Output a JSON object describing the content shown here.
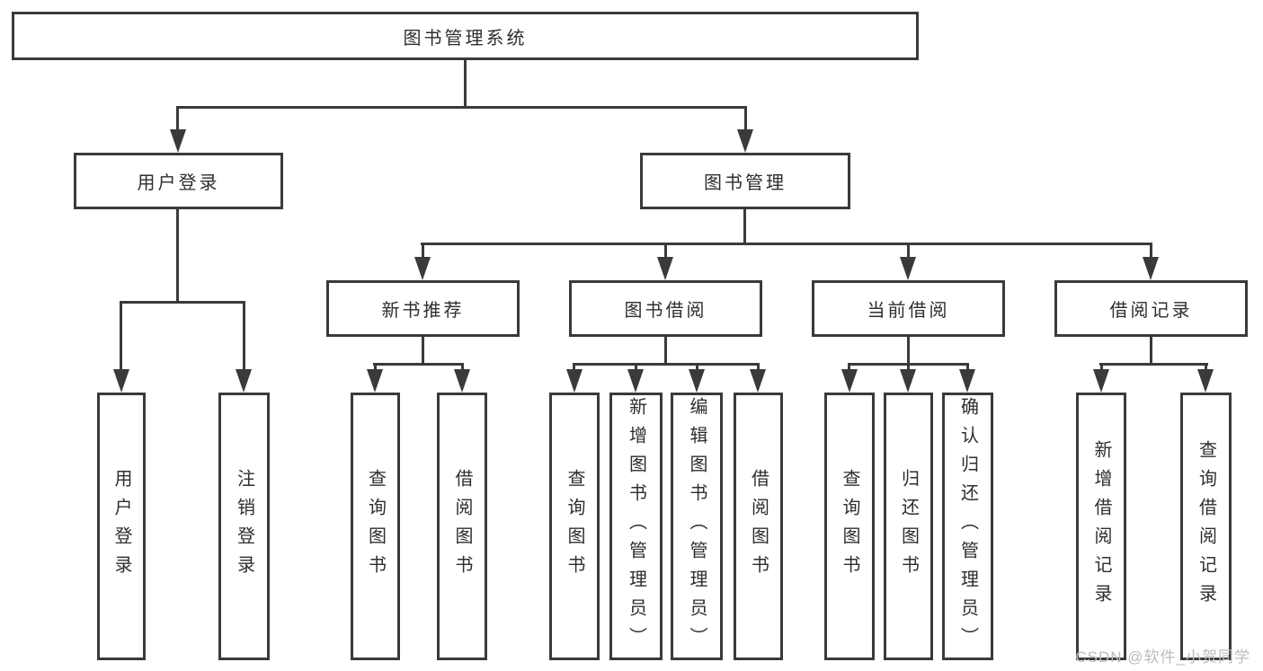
{
  "colors": {
    "line": "#3a3a3c",
    "box_fill": "#ffffff",
    "text": "#2e2e30",
    "watermark": "#b9bcbe",
    "background": "#ffffff"
  },
  "nodes": {
    "root": "图书管理系统",
    "user_login": "用户登录",
    "book_mgmt": "图书管理",
    "new_book_rec": "新书推荐",
    "book_borrow": "图书借阅",
    "current_borrow": "当前借阅",
    "borrow_record": "借阅记录"
  },
  "leaves": {
    "user_login": [
      "用户登录",
      "注销登录"
    ],
    "new_book_rec": [
      "查询图书",
      "借阅图书"
    ],
    "book_borrow": [
      "查询图书",
      "新增图书（管理员）",
      "编辑图书（管理员）",
      "借阅图书"
    ],
    "current_borrow": [
      "查询图书",
      "归还图书",
      "确认归还（管理员）"
    ],
    "borrow_record": [
      "新增借阅记录",
      "查询借阅记录"
    ]
  },
  "watermark": "CSDN @软件_小贺同学"
}
